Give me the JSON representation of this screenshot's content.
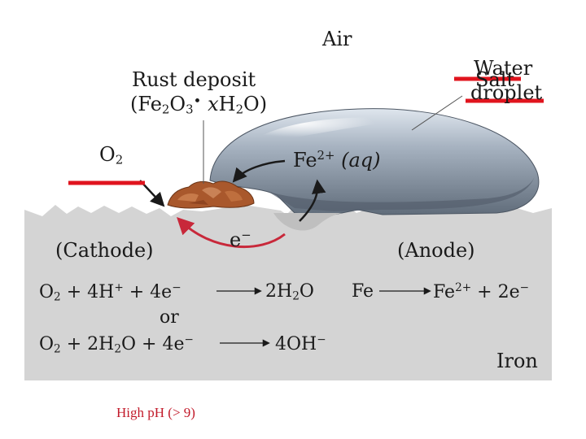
{
  "diagram": {
    "air": "Air",
    "water_word": "Water",
    "salt_word": "Salt",
    "droplet_word": "droplet",
    "rust_title": "Rust deposit",
    "rust_formula": {
      "open": "(Fe",
      "sub2": "2",
      "o": "O",
      "sub3": "3",
      "dot": "•",
      "x": "x",
      "h": "H",
      "sub2b": "2",
      "close": "O)"
    },
    "o2": {
      "o": "O",
      "sub": "2"
    },
    "fe_ion": {
      "fe": "Fe",
      "charge": "2+",
      "aq": "(aq)"
    },
    "electron": {
      "e": "e",
      "charge": "−"
    },
    "cathode": "(Cathode)",
    "anode": "(Anode)",
    "iron": "Iron",
    "or_word": "or",
    "eq1_left": {
      "a": "O",
      "a_sub": "2",
      "b": " + 4H",
      "b_sup": "+",
      "c": " + 4e",
      "c_sup": "−"
    },
    "eq1_right": {
      "a": "2H",
      "a_sub": "2",
      "b": "O"
    },
    "eq2_left": {
      "a": "O",
      "a_sub": "2",
      "b": " + 2H",
      "b_sub": "2",
      "c": "O + 4e",
      "c_sup": "−"
    },
    "eq2_right": {
      "a": "4OH",
      "a_sup": "−"
    },
    "eq3_left": "Fe",
    "eq3_right": {
      "a": "Fe",
      "a_sup": "2+",
      "b": " + 2e",
      "b_sup": "−"
    }
  },
  "caption": "High pH (> 9)",
  "colors": {
    "metal": "#d4d4d4",
    "droplet": "#8e9aa8",
    "rust": "#b5683a",
    "cathode_arrow": "#c8283a",
    "strike": "#e0141e",
    "caption": "#c21a2a"
  }
}
